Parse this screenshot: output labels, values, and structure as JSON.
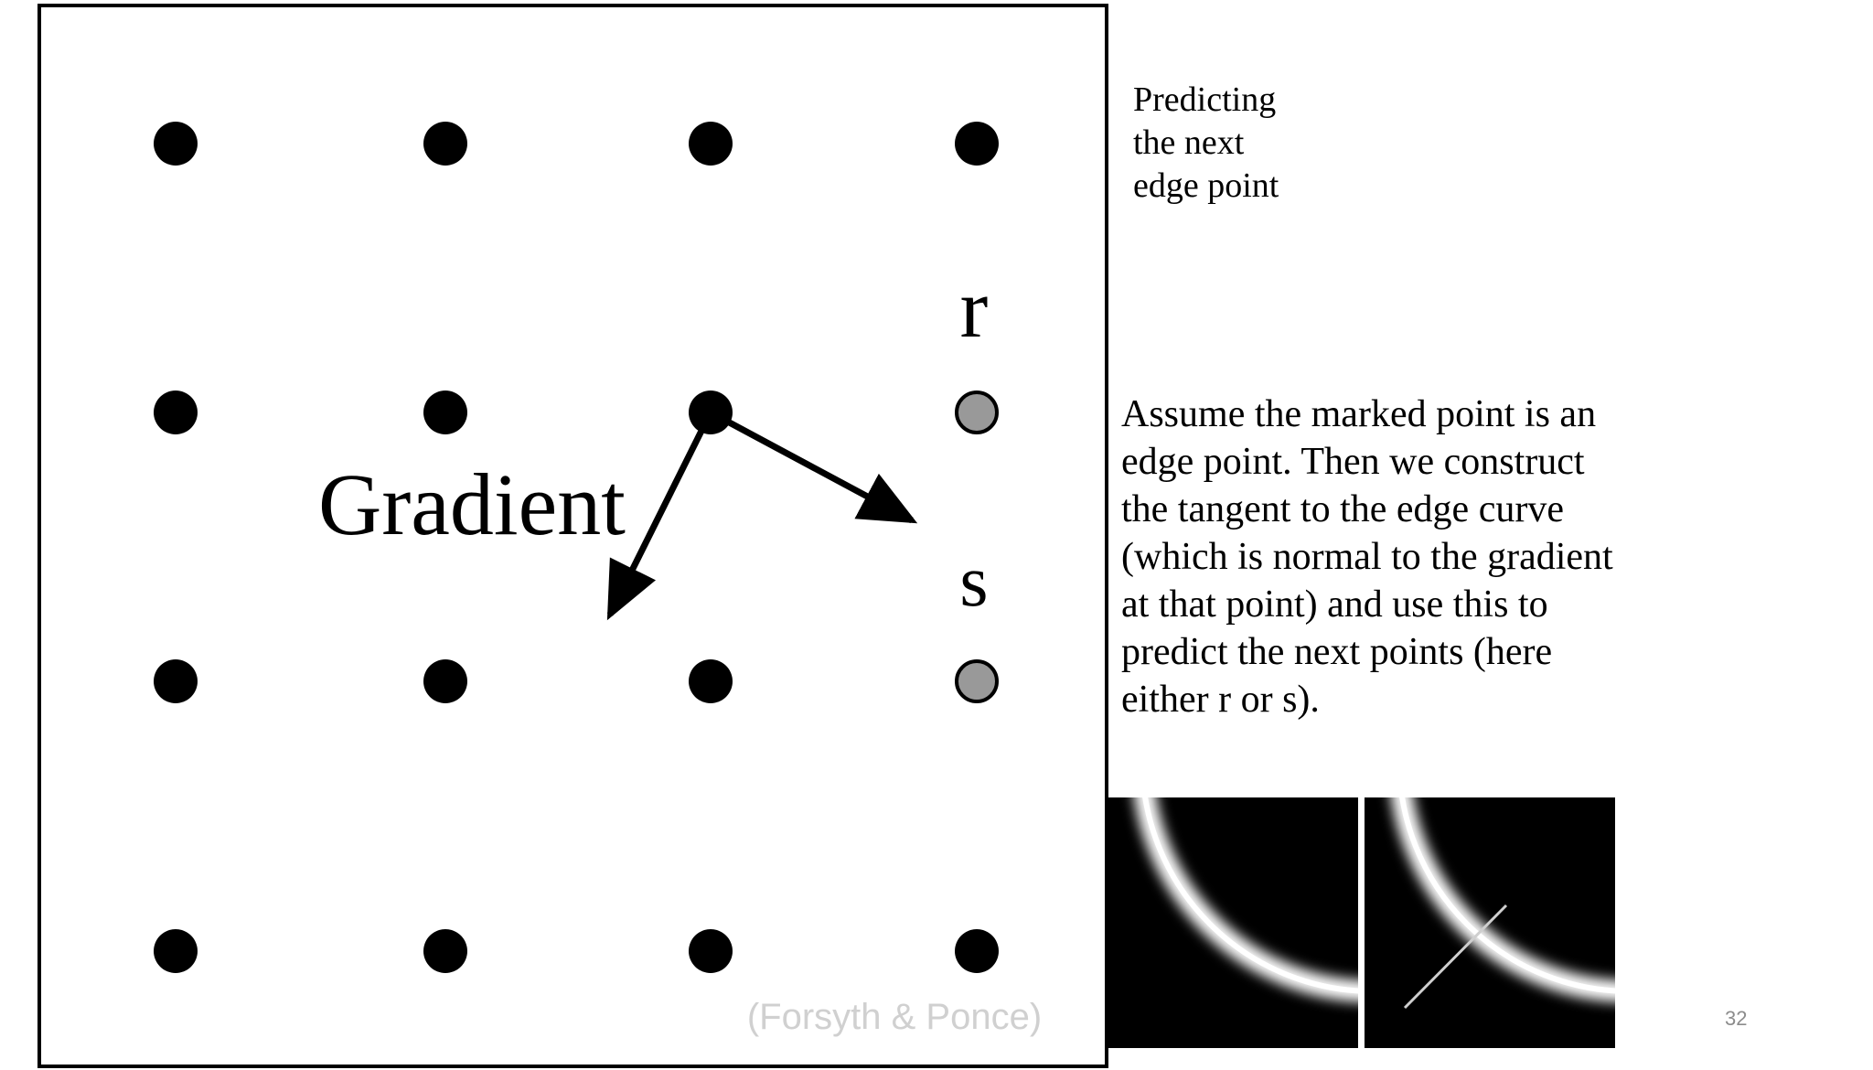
{
  "figure": {
    "gradient_label": "Gradient",
    "point_r_label": "r",
    "point_s_label": "s",
    "credit": "(Forsyth & Ponce)",
    "grid": {
      "rows": 4,
      "columns": 4,
      "candidate_points": [
        {
          "label": "r",
          "row": 1,
          "column": 3
        },
        {
          "label": "s",
          "row": 2,
          "column": 3
        }
      ],
      "marked_point": {
        "row": 1,
        "column": 2
      }
    },
    "colors": {
      "point": "#000000",
      "candidate_point": "#999999",
      "frame": "#000000",
      "credit": "#d0d0d0"
    }
  },
  "side": {
    "title": "Predicting\nthe next\nedge point",
    "explanation": "Assume the marked point is an\nedge point.  Then we construct\nthe tangent to the edge curve\n(which is normal to the gradient\nat that point) and use this to\npredict the next points (here\neither r or s)."
  },
  "thumbnails": [
    {
      "name": "edge-curve"
    },
    {
      "name": "edge-curve-with-tangent"
    }
  ],
  "slide_number": "32"
}
